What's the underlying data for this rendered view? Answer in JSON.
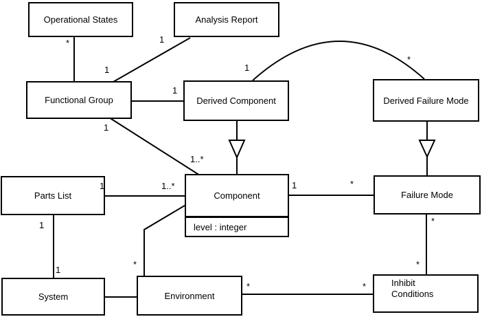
{
  "diagram": {
    "type": "uml-class-diagram",
    "classes": {
      "operational_states": {
        "name": "Operational States"
      },
      "analysis_report": {
        "name": "Analysis Report"
      },
      "functional_group": {
        "name": "Functional Group"
      },
      "derived_component": {
        "name": "Derived Component"
      },
      "derived_failure_mode": {
        "name": "Derived Failure Mode"
      },
      "parts_list": {
        "name": "Parts List"
      },
      "component": {
        "name": "Component",
        "attributes": [
          "level : integer"
        ]
      },
      "failure_mode": {
        "name": "Failure Mode"
      },
      "system": {
        "name": "System"
      },
      "environment": {
        "name": "Environment"
      },
      "inhibit_conditions": {
        "name": "Inhibit Conditions"
      }
    },
    "multiplicities": [
      {
        "text": "*",
        "near": "operational-states-bottom"
      },
      {
        "text": "1",
        "near": "functional-group-top"
      },
      {
        "text": "1",
        "near": "analysis-report-bottom"
      },
      {
        "text": "1",
        "near": "derived-component-left"
      },
      {
        "text": "1",
        "near": "derived-component-top-arc"
      },
      {
        "text": "*",
        "near": "derived-failure-mode-top-arc"
      },
      {
        "text": "1",
        "near": "functional-group-bottom"
      },
      {
        "text": "1..*",
        "near": "component-top-left"
      },
      {
        "text": "1",
        "near": "parts-list-right"
      },
      {
        "text": "1..*",
        "near": "component-left"
      },
      {
        "text": "1",
        "near": "component-right"
      },
      {
        "text": "*",
        "near": "failure-mode-left"
      },
      {
        "text": "1",
        "near": "parts-list-bottom"
      },
      {
        "text": "1",
        "near": "system-top"
      },
      {
        "text": "*",
        "near": "environment-top"
      },
      {
        "text": "*",
        "near": "failure-mode-bottom"
      },
      {
        "text": "*",
        "near": "inhibit-conditions-top"
      },
      {
        "text": "*",
        "near": "environment-right"
      },
      {
        "text": "*",
        "near": "inhibit-conditions-left"
      }
    ],
    "associations": [
      {
        "from": "operational_states",
        "to": "functional_group"
      },
      {
        "from": "analysis_report",
        "to": "functional_group"
      },
      {
        "from": "functional_group",
        "to": "derived_component"
      },
      {
        "from": "functional_group",
        "to": "component"
      },
      {
        "from": "derived_component",
        "to": "derived_failure_mode"
      },
      {
        "from": "parts_list",
        "to": "component"
      },
      {
        "from": "component",
        "to": "failure_mode"
      },
      {
        "from": "parts_list",
        "to": "system"
      },
      {
        "from": "system",
        "to": "environment"
      },
      {
        "from": "component",
        "to": "environment"
      },
      {
        "from": "failure_mode",
        "to": "inhibit_conditions"
      },
      {
        "from": "environment",
        "to": "inhibit_conditions"
      }
    ],
    "generalizations": [
      {
        "child": "derived_component",
        "parent": "component"
      },
      {
        "child": "derived_failure_mode",
        "parent": "failure_mode"
      }
    ],
    "colors": {
      "line": "#000000",
      "box_fill": "#ffffff",
      "background": "#ffffff"
    }
  }
}
